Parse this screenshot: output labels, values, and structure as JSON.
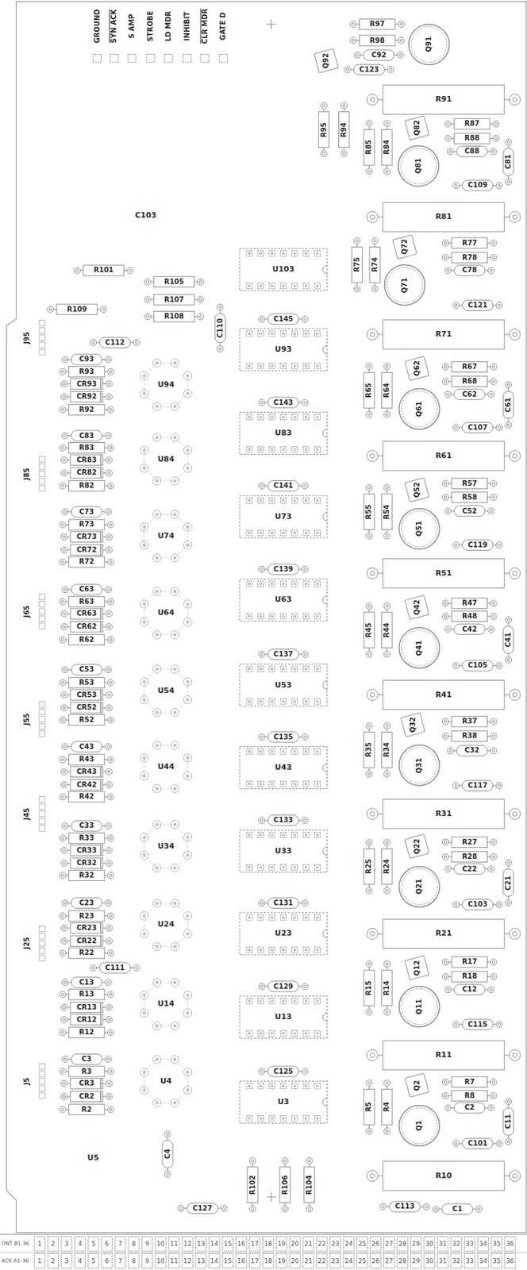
{
  "diagram": {
    "labels": [
      "GROUND",
      "SYN ACK",
      "S AMP",
      "STROBE",
      "LD MDR",
      "INHIBIT",
      "CLR MDR",
      "GATE D",
      "R97",
      "R98",
      "C92",
      "C123",
      "Q91",
      "Q92",
      "R91",
      "R95",
      "R94",
      "R85",
      "R84",
      "Q82",
      "Q81",
      "R87",
      "R88",
      "C88",
      "C81",
      "C109",
      "R81",
      "C103",
      "R101",
      "R105",
      "R107",
      "R108",
      "R109",
      "C110",
      "C112",
      "J95",
      "U103",
      "R75",
      "R74",
      "Q72",
      "Q71",
      "R77",
      "R78",
      "C78",
      "C121",
      "R71",
      "C145",
      "U93",
      "C93",
      "R93",
      "CR93",
      "CR92",
      "R92",
      "U94",
      "R65",
      "R64",
      "Q62",
      "Q61",
      "R67",
      "R68",
      "C62",
      "C61",
      "C107",
      "R61",
      "C143",
      "U83",
      "C83",
      "R83",
      "CR83",
      "CR82",
      "R82",
      "U84",
      "J85",
      "C141",
      "U73",
      "R55",
      "R54",
      "Q52",
      "Q51",
      "R57",
      "R58",
      "C52",
      "C119",
      "R51",
      "C73",
      "R73",
      "CR73",
      "CR72",
      "R72",
      "U74",
      "C139",
      "U63",
      "C63",
      "R63",
      "CR63",
      "CR62",
      "R62",
      "U64",
      "J65",
      "R45",
      "R44",
      "Q42",
      "Q41",
      "R47",
      "R48",
      "C42",
      "C41",
      "C105",
      "R41",
      "C137",
      "U53",
      "C53",
      "R53",
      "CR53",
      "CR52",
      "R52",
      "U54",
      "J55",
      "C135",
      "U43",
      "R35",
      "R34",
      "Q32",
      "Q31",
      "R37",
      "R38",
      "C32",
      "C117",
      "R31",
      "C43",
      "R43",
      "CR43",
      "CR42",
      "R42",
      "U44",
      "J45",
      "C133",
      "U33",
      "C33",
      "R33",
      "CR33",
      "CR32",
      "R32",
      "U34",
      "R25",
      "R24",
      "Q22",
      "Q21",
      "R27",
      "R28",
      "C22",
      "C21",
      "C103",
      "R21",
      "C131",
      "U23",
      "C23",
      "R23",
      "CR23",
      "CR22",
      "R22",
      "U24",
      "J25",
      "C111",
      "R15",
      "R14",
      "Q12",
      "Q11",
      "R17",
      "R18",
      "C12",
      "C115",
      "R11",
      "C129",
      "U13",
      "C13",
      "R13",
      "CR13",
      "CR12",
      "R12",
      "U14",
      "C3",
      "R3",
      "CR3",
      "CR2",
      "R2",
      "U4",
      "J5",
      "C125",
      "U3",
      "R5",
      "R4",
      "Q2",
      "Q1",
      "R7",
      "R8",
      "C2",
      "C11",
      "C101",
      "R10",
      "U5",
      "C4",
      "R102",
      "R106",
      "R104",
      "C127",
      "C113",
      "C1",
      "ONT B1 36",
      "ACK A1-36",
      "1",
      "2",
      "3",
      "4",
      "5",
      "6",
      "7",
      "8",
      "9",
      "10",
      "11",
      "12",
      "13",
      "14",
      "15",
      "16",
      "17",
      "18",
      "19",
      "20",
      "21",
      "22",
      "23",
      "24",
      "25",
      "26",
      "27",
      "28",
      "29",
      "30",
      "31",
      "32",
      "33",
      "34",
      "35",
      "36",
      "1",
      "2",
      "3",
      "4",
      "5",
      "6",
      "7",
      "8",
      "9",
      "10",
      "11",
      "12",
      "13",
      "14",
      "15",
      "16",
      "17",
      "18",
      "19",
      "20",
      "21",
      "22",
      "23",
      "24",
      "25",
      "26",
      "27",
      "28",
      "29",
      "30",
      "31",
      "32",
      "33",
      "34",
      "35",
      "36"
    ]
  }
}
